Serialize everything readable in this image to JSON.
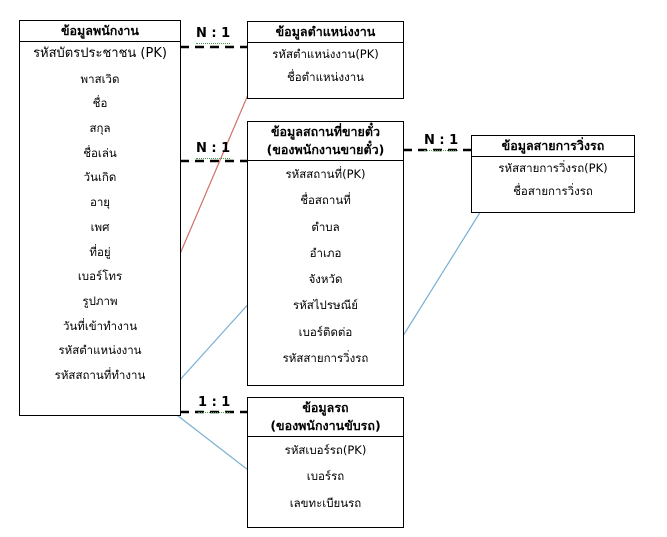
{
  "entities": {
    "employee": {
      "title": "ข้อมูลพนักงาน",
      "fields": [
        "รหัสบัตรประชาชน (PK)",
        "พาสเวิด",
        "ชื่อ",
        "สกุล",
        "ชื่อเล่น",
        "วันเกิด",
        "อายุ",
        "เพศ",
        "ที่อยู่",
        "เบอร์โทร",
        "รูปภาพ",
        "วันที่เข้าทำงาน",
        "รหัสตำแหน่งงาน",
        "รหัสสถานที่ทำงาน"
      ]
    },
    "position": {
      "title": "ข้อมูลตำแหน่งงาน",
      "fields": [
        "รหัสตำแหน่งงาน(PK)",
        "ชื่อตำแหน่งงาน"
      ]
    },
    "station": {
      "title_line1": "ข้อมูลสถานที่ขายตั๋ว",
      "title_line2": "(ของพนักงานขายตั๋ว)",
      "fields": [
        "รหัสสถานที่(PK)",
        "ชื่อสถานที่",
        "ตำบล",
        "อำเภอ",
        "จังหวัด",
        "รหัสไปรษณีย์",
        "เบอร์ติดต่อ",
        "รหัสสายการวิ่งรถ"
      ]
    },
    "route": {
      "title": "ข้อมูลสายการวิ่งรถ",
      "fields": [
        "รหัสสายการวิ่งรถ(PK)",
        "ชื่อสายการวิ่งรถ"
      ]
    },
    "car": {
      "title_line1": "ข้อมูลรถ",
      "title_line2": "(ของพนักงานขับรถ)",
      "fields": [
        "รหัสเบอร์รถ(PK)",
        "เบอร์รถ",
        "เลขทะเบียนรถ"
      ]
    }
  },
  "relations": {
    "employee_position": "N : 1",
    "employee_station": "N : 1",
    "station_route": "N : 1",
    "employee_car": "1 : 1"
  },
  "colors": {
    "arrow_position": "#d0706a",
    "arrow_station": "#7ab0d4",
    "arrow_route": "#7ab0d4",
    "arrow_car": "#7ab0d4",
    "relation_line": "#000000"
  }
}
